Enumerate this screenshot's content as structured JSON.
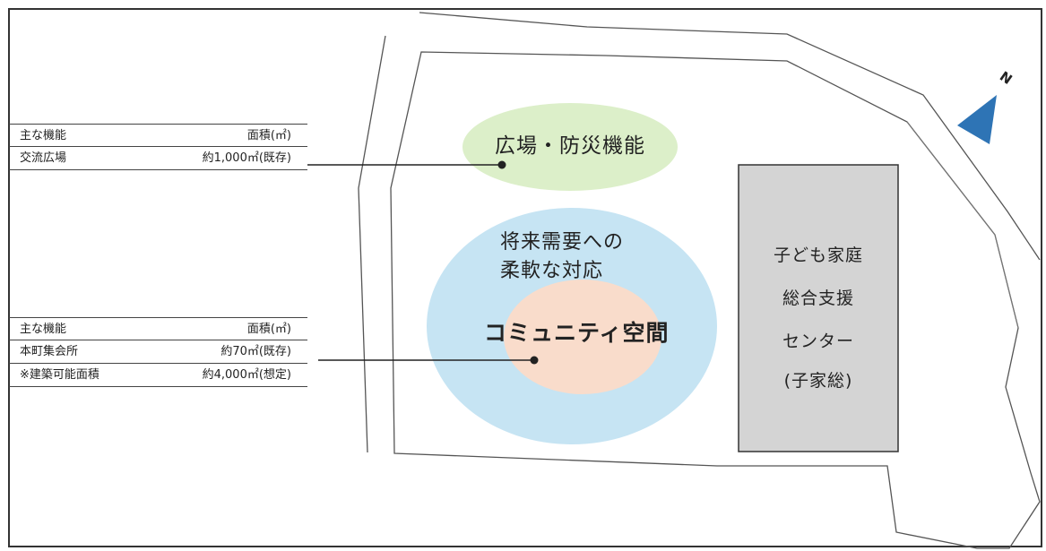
{
  "plaza_table": {
    "header": {
      "function": "主な機能",
      "area": "面積(㎡)"
    },
    "rows": [
      {
        "function": "交流広場",
        "area": "約1,000㎡(既存)"
      }
    ]
  },
  "community_table": {
    "header": {
      "function": "主な機能",
      "area": "面積(㎡)"
    },
    "rows": [
      {
        "function": "本町集会所",
        "area": "約70㎡(既存)"
      },
      {
        "function": "※建築可能面積",
        "area": "約4,000㎡(想定)"
      }
    ]
  },
  "zones": {
    "plaza": "広場・防災機能",
    "flexible_line1": "将来需要への",
    "flexible_line2": "柔軟な対応",
    "community": "コミュニティ空間"
  },
  "building": {
    "line1": "子ども家庭",
    "line2": "総合支援",
    "line3": "センター",
    "line4": "(子家総)"
  },
  "north_marker": "N",
  "colors": {
    "plaza_fill": "#dcefc9",
    "outer_circle_fill": "#c6e4f3",
    "inner_circle_fill": "#f9dccb",
    "building_fill": "#d4d4d4",
    "north_arrow": "#2e74b5"
  },
  "icons": [
    "north-arrow-icon"
  ]
}
